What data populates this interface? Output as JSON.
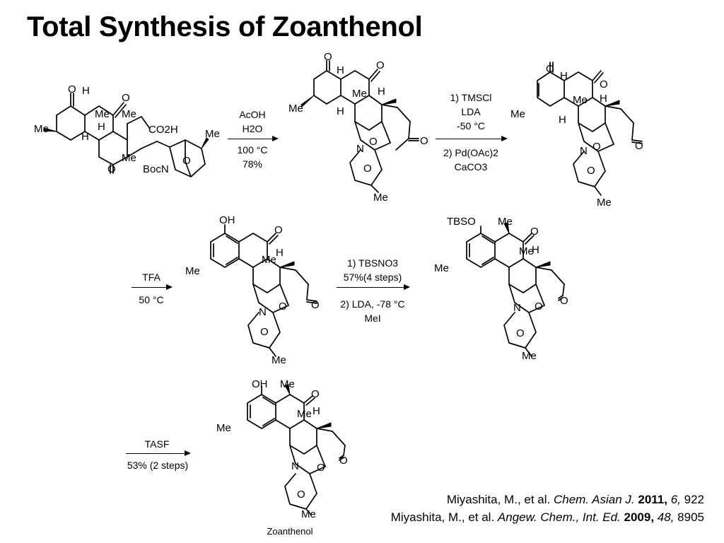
{
  "title": "Total Synthesis of Zoanthenol",
  "step1": {
    "lines": [
      "AcOH",
      "H2O",
      "100 °C",
      "78%"
    ]
  },
  "step2": {
    "lines": [
      "1) TMSCl",
      "LDA",
      "-50 °C",
      "2) Pd(OAc)2",
      "CaCO3"
    ]
  },
  "step3": {
    "lines": [
      "TFA",
      "50 °C"
    ]
  },
  "step4": {
    "above": [
      "1) TBSNO3",
      "57%(4 steps)"
    ],
    "below": [
      "2) LDA, -78 °C",
      "MeI"
    ]
  },
  "step5": {
    "above": "TASF",
    "below": "53% (2 steps)"
  },
  "atom_labels": {
    "O": "O",
    "H": "H",
    "Me": "Me",
    "N": "N",
    "OH": "OH",
    "TBSO": "TBSO",
    "BocN": "BocN",
    "CO2H": "CO2H"
  },
  "product_caption": "Zoanthenol",
  "references": [
    {
      "authors": "Miyashita, M., et al.",
      "journal": "Chem. Asian J.",
      "year": "2011,",
      "volume": "6,",
      "pages": "922"
    },
    {
      "authors": "Miyashita, M., et al.",
      "journal": "Angew. Chem., Int. Ed.",
      "year": "2009,",
      "volume": "48,",
      "pages": "8905"
    }
  ]
}
